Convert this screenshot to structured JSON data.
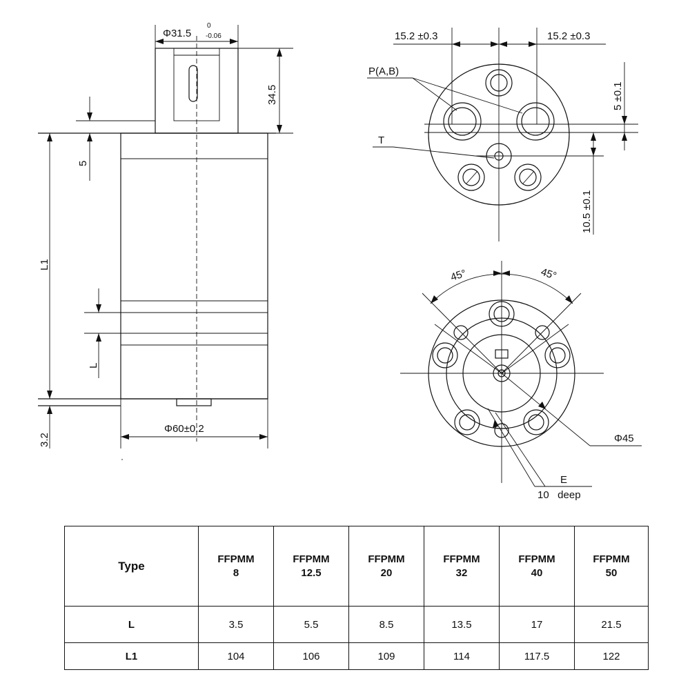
{
  "dimensions": {
    "shaft_dia": "Φ31.5",
    "shaft_tol_upper": "0",
    "shaft_tol_lower": "-0.06",
    "shaft_len": "34.5",
    "flange_thk": "5",
    "body_len": "L1",
    "stack_len": "L",
    "bottom_thk": "3.2",
    "body_dia": "Φ60±0.2",
    "port_spacing_left": "15.2 ±0.3",
    "port_spacing_right": "15.2 ±0.3",
    "port_label": "P(A,B)",
    "drain_label": "T",
    "port_offset": "5 ±0.1",
    "drain_offset": "10.5 ±0.1",
    "angle_left": "45°",
    "angle_right": "45°",
    "bolt_circle": "Φ45",
    "thread_label": "E",
    "thread_depth": "10   deep"
  },
  "table": {
    "header_label": "Type",
    "models": [
      [
        "FFPMM",
        "8"
      ],
      [
        "FFPMM",
        "12.5"
      ],
      [
        "FFPMM",
        "20"
      ],
      [
        "FFPMM",
        "32"
      ],
      [
        "FFPMM",
        "40"
      ],
      [
        "FFPMM",
        "50"
      ]
    ],
    "rows": [
      {
        "label": "L",
        "values": [
          "3.5",
          "5.5",
          "8.5",
          "13.5",
          "17",
          "21.5"
        ]
      },
      {
        "label": "L1",
        "values": [
          "104",
          "106",
          "109",
          "114",
          "117.5",
          "122"
        ]
      }
    ]
  }
}
